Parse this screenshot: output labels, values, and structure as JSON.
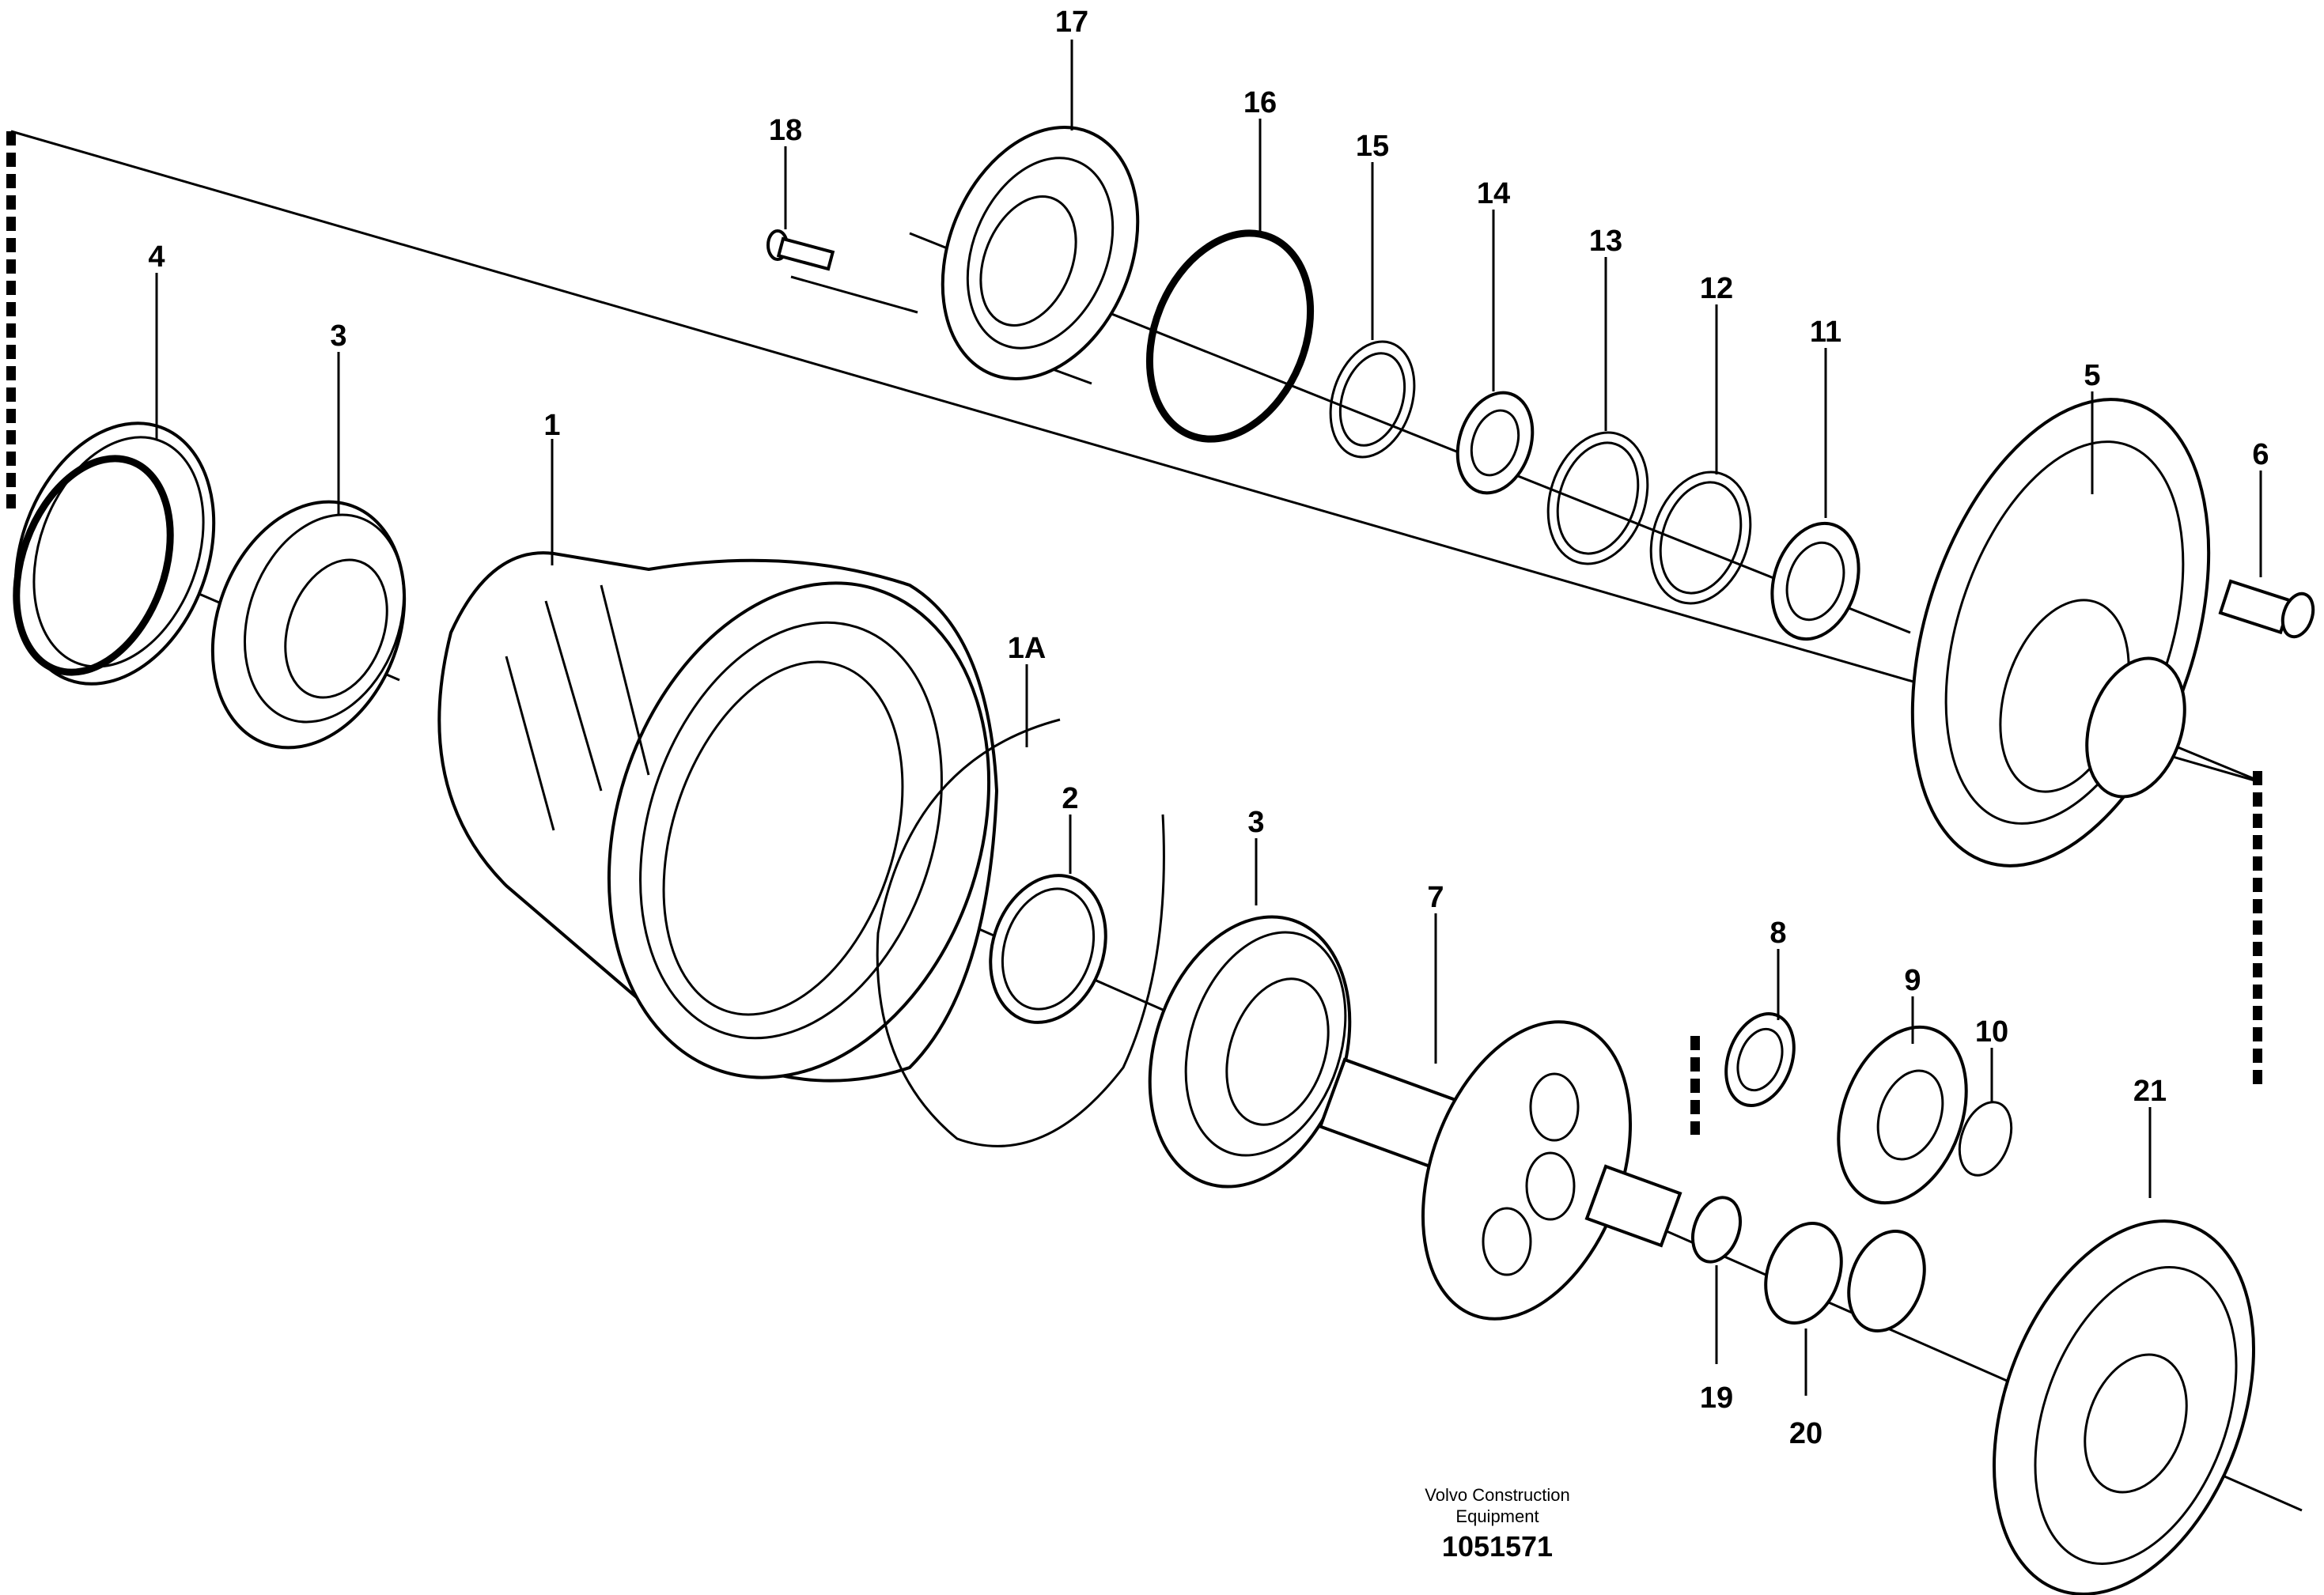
{
  "callouts": {
    "p1": "1",
    "p1a": "1A",
    "p2": "2",
    "p3a": "3",
    "p3b": "3",
    "p4": "4",
    "p5": "5",
    "p6": "6",
    "p7": "7",
    "p8": "8",
    "p9": "9",
    "p10": "10",
    "p11": "11",
    "p12": "12",
    "p13": "13",
    "p14": "14",
    "p15": "15",
    "p16": "16",
    "p17": "17",
    "p18": "18",
    "p19": "19",
    "p20": "20",
    "p21": "21"
  },
  "caption": {
    "line1": "Volvo Construction",
    "line2": "Equipment",
    "number": "1051571"
  }
}
